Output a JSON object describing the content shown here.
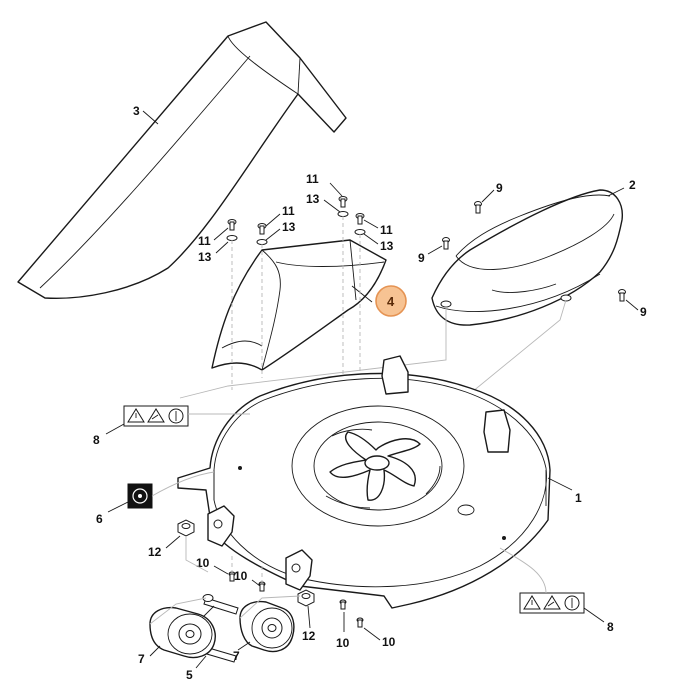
{
  "callouts": {
    "c1": "1",
    "c2": "2",
    "c3": "3",
    "c4": "4",
    "c6": "6",
    "c7a": "7",
    "c7b": "7",
    "c5a": "5",
    "c5b": "5",
    "c8a": "8",
    "c8b": "8",
    "c9a": "9",
    "c9b": "9",
    "c9c": "9",
    "c10a": "10",
    "c10b": "10",
    "c10c": "10",
    "c10d": "10",
    "c11a": "11",
    "c11b": "11",
    "c11c": "11",
    "c11d": "11",
    "c12a": "12",
    "c12b": "12",
    "c13a": "13",
    "c13b": "13",
    "c13c": "13",
    "c13d": "13"
  },
  "colors": {
    "highlight_fill": "#f7c393",
    "highlight_stroke": "#e59353",
    "line": "#1a1a1a",
    "ghost": "#b8b8b8"
  },
  "icons": [
    "warning-triangle-icon",
    "hazard-triangle-icon",
    "read-manual-icon",
    "sticker-badge-icon"
  ]
}
